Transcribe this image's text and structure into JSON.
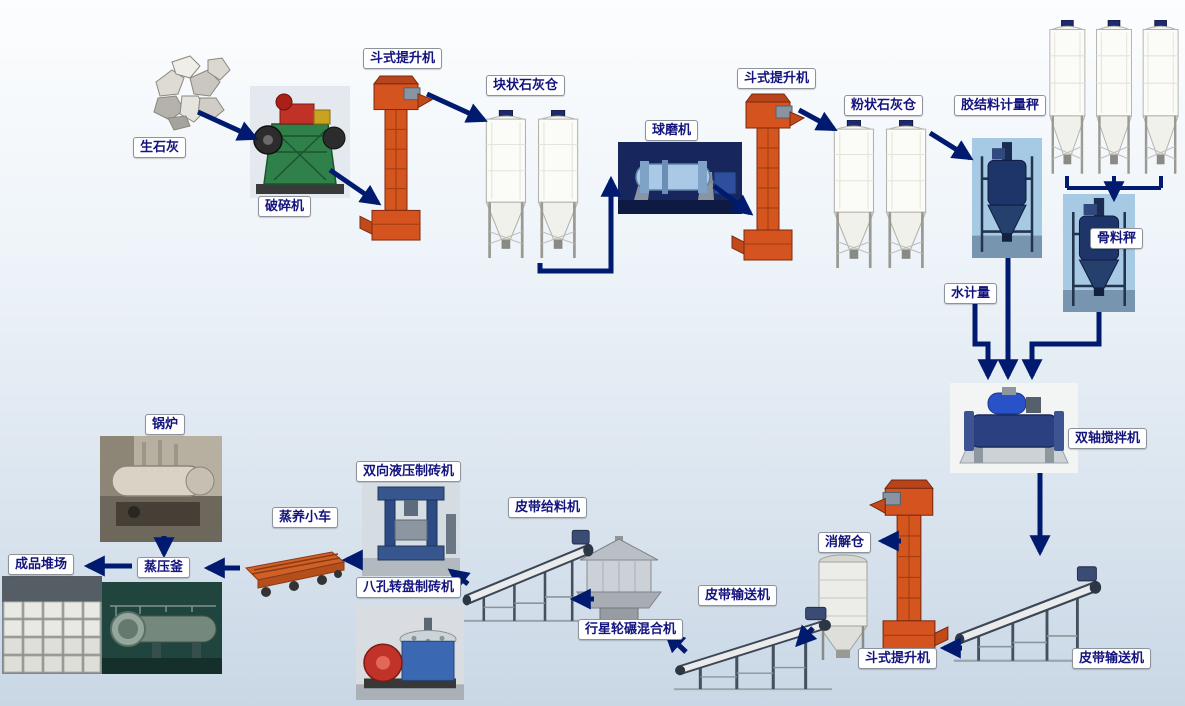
{
  "colors": {
    "arrow": "#001a70",
    "label_text": "#14147e",
    "label_border": "#8d939a",
    "background_top": "#fcfdfe",
    "background_bottom": "#c9d7e5"
  },
  "nodes": [
    {
      "id": "quicklime",
      "label": "生石灰",
      "image": "quicklime-rocks-image"
    },
    {
      "id": "crusher",
      "label": "破碎机",
      "image": "jaw-crusher-image"
    },
    {
      "id": "bucket-elevator-1",
      "label": "斗式提升机",
      "image": "bucket-elevator-1-image"
    },
    {
      "id": "lump-lime-silo",
      "label": "块状石灰仓",
      "image": "lump-lime-silos-image"
    },
    {
      "id": "ball-mill",
      "label": "球磨机",
      "image": "ball-mill-image"
    },
    {
      "id": "bucket-elevator-2",
      "label": "斗式提升机",
      "image": "bucket-elevator-2-image"
    },
    {
      "id": "powder-lime-silo",
      "label": "粉状石灰仓",
      "image": "powder-lime-silos-image"
    },
    {
      "id": "binder-scale",
      "label": "胶结料计量秤",
      "image": "binder-scale-image"
    },
    {
      "id": "aggregate-scale",
      "label": "骨料秤",
      "image": "aggregate-scale-image"
    },
    {
      "id": "water-meter",
      "label": "水计量",
      "image": ""
    },
    {
      "id": "twin-shaft-mixer",
      "label": "双轴搅拌机",
      "image": "twin-shaft-mixer-image"
    },
    {
      "id": "belt-conveyor-right",
      "label": "皮带输送机",
      "image": "belt-conveyor-right-image"
    },
    {
      "id": "bucket-elevator-3",
      "label": "斗式提升机",
      "image": "bucket-elevator-3-image"
    },
    {
      "id": "digestion-silo",
      "label": "消解仓",
      "image": "digestion-silo-image"
    },
    {
      "id": "belt-conveyor-middle",
      "label": "皮带输送机",
      "image": "belt-conveyor-middle-image"
    },
    {
      "id": "planetary-mixer",
      "label": "行星轮碾混合机",
      "image": "planetary-mixer-image"
    },
    {
      "id": "belt-feeder",
      "label": "皮带给料机",
      "image": "belt-feeder-image"
    },
    {
      "id": "hydraulic-press",
      "label": "双向液压制砖机",
      "image": "hydraulic-press-image"
    },
    {
      "id": "rotary-press",
      "label": "八孔转盘制砖机",
      "image": "rotary-press-image"
    },
    {
      "id": "steam-cart",
      "label": "蒸养小车",
      "image": "steam-cart-image"
    },
    {
      "id": "autoclave",
      "label": "蒸压釜",
      "image": "autoclave-image"
    },
    {
      "id": "product-yard",
      "label": "成品堆场",
      "image": "product-yard-image"
    },
    {
      "id": "boiler",
      "label": "锅炉",
      "image": "boiler-image"
    }
  ],
  "unlabeled_images": [
    "aggregate-silos-image"
  ],
  "connections": [
    {
      "from": "quicklime",
      "to": "crusher"
    },
    {
      "from": "crusher",
      "to": "bucket-elevator-1"
    },
    {
      "from": "bucket-elevator-1",
      "to": "lump-lime-silo"
    },
    {
      "from": "lump-lime-silo",
      "to": "ball-mill"
    },
    {
      "from": "ball-mill",
      "to": "bucket-elevator-2"
    },
    {
      "from": "bucket-elevator-2",
      "to": "powder-lime-silo"
    },
    {
      "from": "powder-lime-silo",
      "to": "binder-scale"
    },
    {
      "from": "aggregate-silos",
      "to": "aggregate-scale"
    },
    {
      "from": "binder-scale",
      "to": "twin-shaft-mixer"
    },
    {
      "from": "water-meter",
      "to": "twin-shaft-mixer"
    },
    {
      "from": "aggregate-scale",
      "to": "twin-shaft-mixer"
    },
    {
      "from": "twin-shaft-mixer",
      "to": "belt-conveyor-right"
    },
    {
      "from": "belt-conveyor-right",
      "to": "bucket-elevator-3"
    },
    {
      "from": "bucket-elevator-3",
      "to": "digestion-silo"
    },
    {
      "from": "digestion-silo",
      "to": "belt-conveyor-middle"
    },
    {
      "from": "belt-conveyor-middle",
      "to": "planetary-mixer"
    },
    {
      "from": "planetary-mixer",
      "to": "belt-feeder"
    },
    {
      "from": "belt-feeder",
      "to": "hydraulic-press"
    },
    {
      "from": "hydraulic-press",
      "to": "steam-cart"
    },
    {
      "from": "steam-cart",
      "to": "autoclave"
    },
    {
      "from": "autoclave",
      "to": "product-yard"
    },
    {
      "from": "boiler",
      "to": "autoclave"
    }
  ]
}
